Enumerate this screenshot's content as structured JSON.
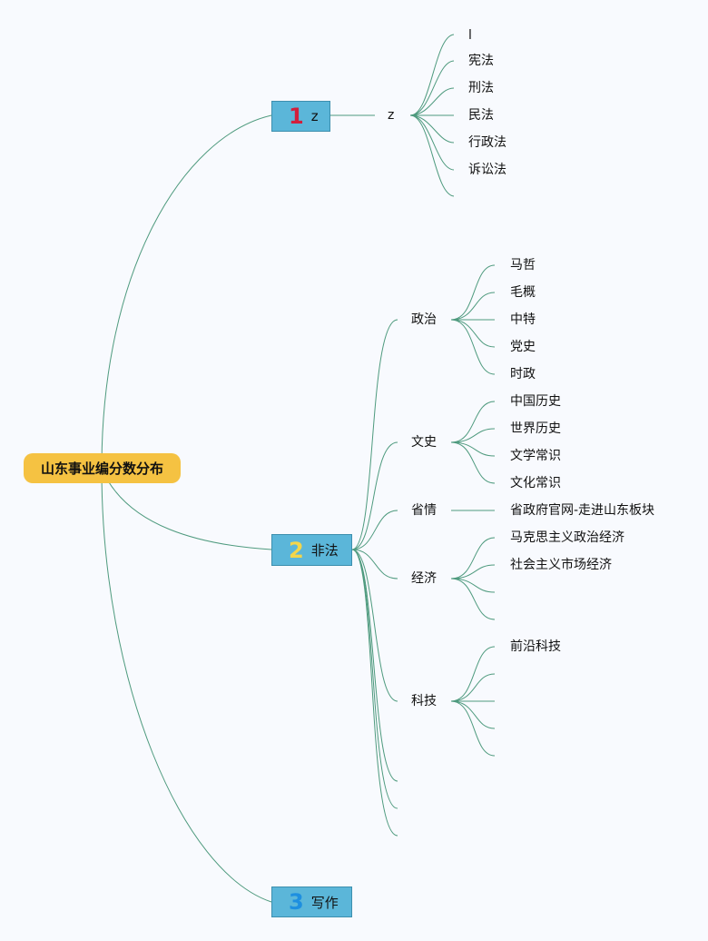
{
  "root": "山东事业编分数分布",
  "branches": [
    {
      "num": "1",
      "num_color": "#d21f3c",
      "label": "z"
    },
    {
      "num": "2",
      "num_color": "#f2d64b",
      "label": "非法"
    },
    {
      "num": "3",
      "num_color": "#1e8fe0",
      "label": "写作"
    }
  ],
  "law": {
    "sub": "z",
    "items": [
      "l",
      "宪法",
      "刑法",
      "民法",
      "行政法",
      "诉讼法"
    ]
  },
  "nonlaw": {
    "politics": {
      "label": "政治",
      "items": [
        "马哲",
        "毛概",
        "中特",
        "党史",
        "时政"
      ]
    },
    "wenshi": {
      "label": "文史",
      "items": [
        "中国历史",
        "世界历史",
        "文学常识",
        "文化常识"
      ]
    },
    "shengqing": {
      "label": "省情",
      "items": [
        "省政府官网-走进山东板块"
      ]
    },
    "economy": {
      "label": "经济",
      "items": [
        "马克思主义政治经济",
        "社会主义市场经济"
      ]
    },
    "tech": {
      "label": "科技",
      "items": [
        "前沿科技"
      ]
    }
  },
  "colors": {
    "line": "#4e9a7e",
    "root_bg": "#f5c242",
    "branch_bg": "#5bb6d9"
  }
}
